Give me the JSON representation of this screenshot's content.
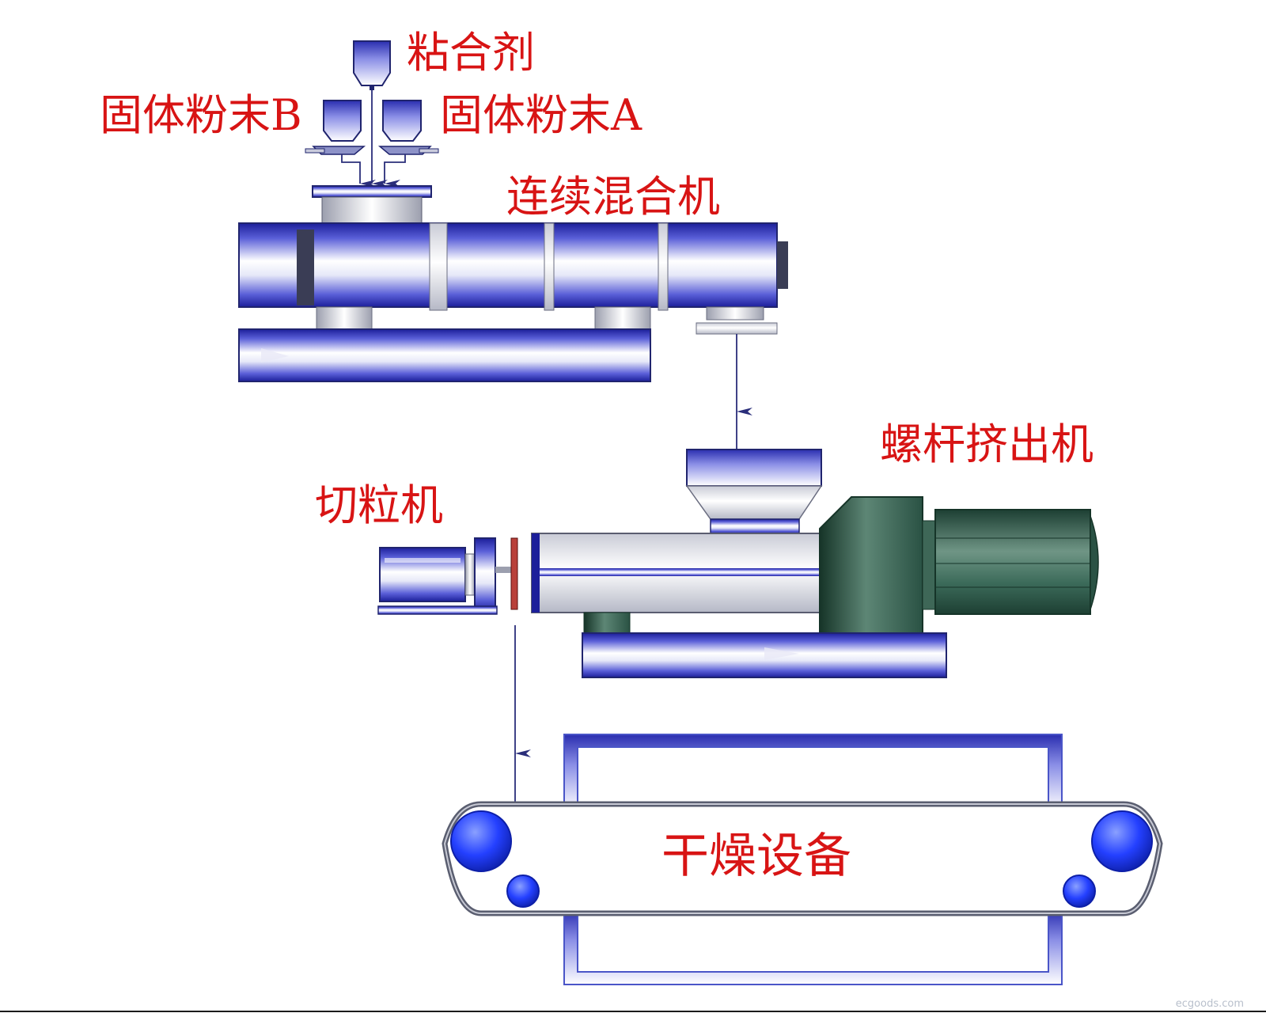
{
  "labels": {
    "binder": "粘合剂",
    "powder_b": "固体粉末B",
    "powder_a": "固体粉末A",
    "mixer": "连续混合机",
    "extruder": "螺杆挤出机",
    "pelletizer": "切粒机",
    "dryer": "干燥设备"
  },
  "watermark": "ecgoods.com",
  "colors": {
    "label_text": "#d81414",
    "machine_blue": "#2b2fb6",
    "machine_green": "#2f5f4f",
    "roller_blue": "#1e3cff",
    "frame_blue": "#6f7cff",
    "line": "#1a1a3a"
  }
}
